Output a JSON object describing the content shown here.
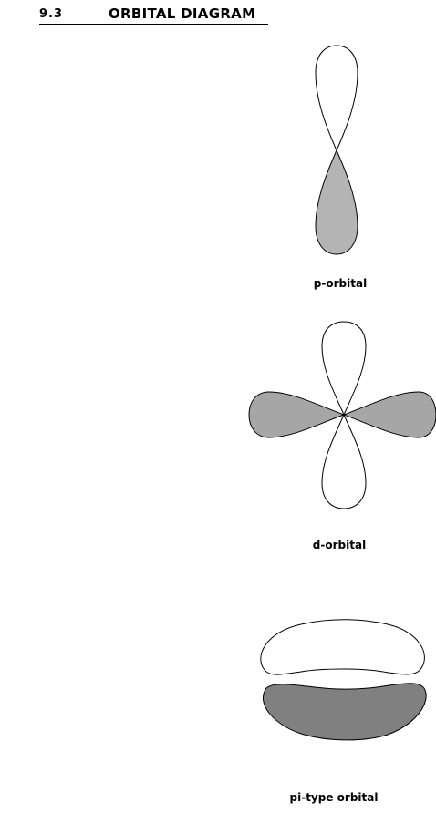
{
  "header": {
    "section_number": "9.3",
    "title": "ORBITAL DIAGRAM"
  },
  "orbitals": [
    {
      "caption": "p-orbital"
    },
    {
      "caption": "d-orbital"
    },
    {
      "caption": "pi-type orbital"
    }
  ],
  "colors": {
    "light_fill": "#b4b4b4",
    "medium_fill": "#a6a6a6",
    "dark_fill": "#808080",
    "outline": "#000000"
  }
}
